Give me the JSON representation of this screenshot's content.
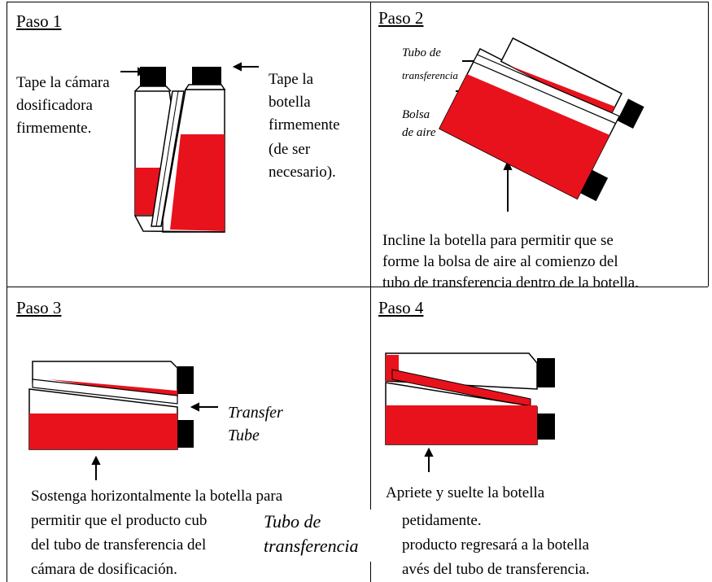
{
  "steps": [
    {
      "title": "Paso 1",
      "left_text": [
        "Tape la cámara",
        "dosificadora",
        "firmemente."
      ],
      "right_text": [
        "Tape la",
        "botella",
        "firmemente",
        "(de ser",
        "necesario)."
      ]
    },
    {
      "title": "Paso 2",
      "label_tube": [
        "Tubo de",
        "transferencia"
      ],
      "label_bag": [
        "Bolsa",
        "de aire"
      ],
      "caption": [
        "Incline la botella para permitir que se",
        "forme la bolsa de aire al comienzo del",
        "tubo de transferencia dentro de la botella."
      ]
    },
    {
      "title": "Paso 3",
      "label_tube": [
        "Transfer",
        "Tube"
      ],
      "caption": [
        "Sostenga horizontalmente la botella para",
        "permitir que el producto cub",
        "del tubo de transferencia del",
        "cámara de dosificación."
      ]
    },
    {
      "title": "Paso 4",
      "caption": [
        "Apriete y suelte la botella",
        "petidamente.",
        "producto regresará a la botella",
        "avés del tubo de transferencia."
      ]
    }
  ],
  "overlay_label": [
    "Tubo de",
    "transferencia"
  ],
  "colors": {
    "liquid": "#e8121c",
    "outline": "#000000",
    "cap": "#000000"
  }
}
